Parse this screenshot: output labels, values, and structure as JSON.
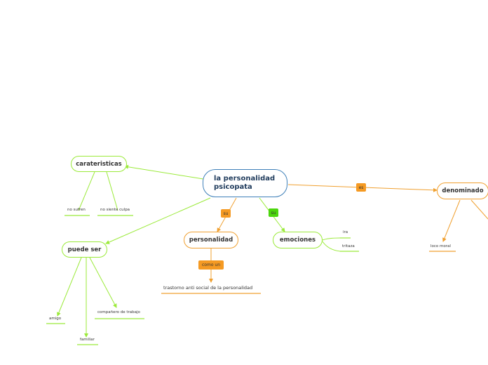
{
  "central_topic": {
    "line1": "la personalidad",
    "line2": "psicopata"
  },
  "topics": {
    "caracteristicas": "carateristicas",
    "puede_ser": "puede ser",
    "personalidad": "personalidad",
    "emociones": "emociones",
    "denominado": "denominado"
  },
  "subtopics": {
    "no_sufren": "no sufren",
    "no_siente_culpa": "no siente culpa",
    "amigo": "amigo",
    "familiar": "familiar",
    "companero": "compañero de trabajo",
    "trastorno": "trastorno anti social de la personalidad",
    "ira": "ira",
    "tristeza": "tritaza",
    "loco_moral": "loco moral"
  },
  "connector_labels": {
    "su_1": "su",
    "su_2": "su",
    "es": "es",
    "como_un": "como un"
  },
  "colors": {
    "main_border": "#3d7fb8",
    "green": "#9bea3a",
    "orange": "#f0a030"
  }
}
